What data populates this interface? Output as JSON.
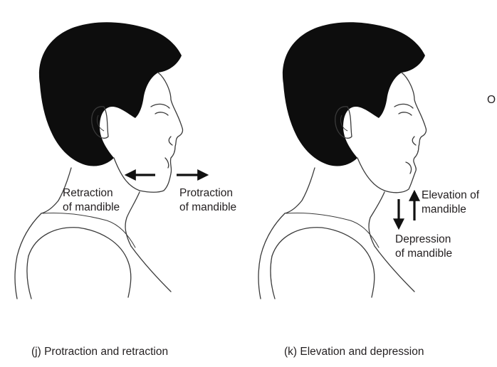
{
  "panels": [
    {
      "id": "j",
      "caption": "(j) Protraction and retraction",
      "labels": {
        "left": [
          "Retraction",
          "of mandible"
        ],
        "right": [
          "Protraction",
          "of mandible"
        ]
      }
    },
    {
      "id": "k",
      "caption": "(k) Elevation and depression",
      "labels": {
        "up": [
          "Elevation of",
          "mandible"
        ],
        "down": [
          "Depression",
          "of mandible"
        ]
      }
    }
  ],
  "edge_text": "O",
  "colors": {
    "ink": "#231f20",
    "hair": "#0d0d0d",
    "line": "#3a3a3a",
    "faint": "#9a9a9a"
  }
}
